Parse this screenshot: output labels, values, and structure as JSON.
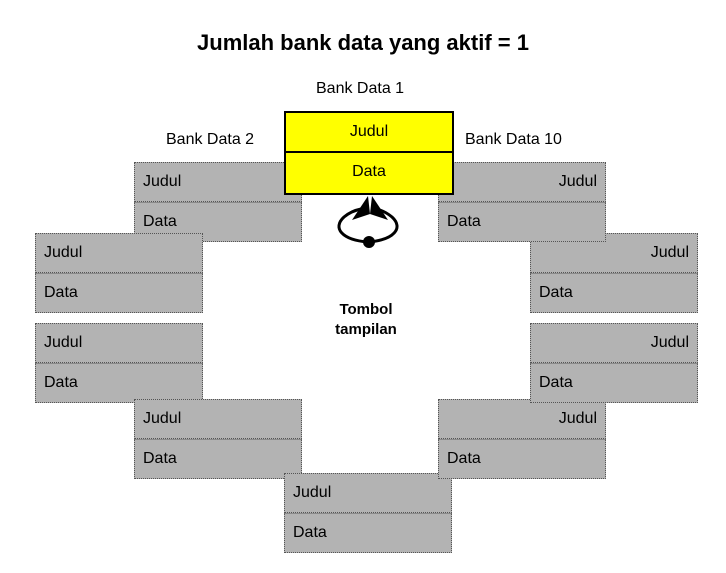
{
  "title": "Jumlah bank data yang aktif = 1",
  "labels": {
    "bank1": "Bank Data 1",
    "bank2": "Bank Data 2",
    "bank10": "Bank Data 10"
  },
  "active_bank": {
    "judul": "Judul",
    "data": "Data",
    "color": "#ffff00"
  },
  "inactive_color": "#b3b3b3",
  "bank_cells": {
    "judul": "Judul",
    "data": "Data"
  },
  "display_button": {
    "line1": "Tombol",
    "line2": "tampilan"
  }
}
